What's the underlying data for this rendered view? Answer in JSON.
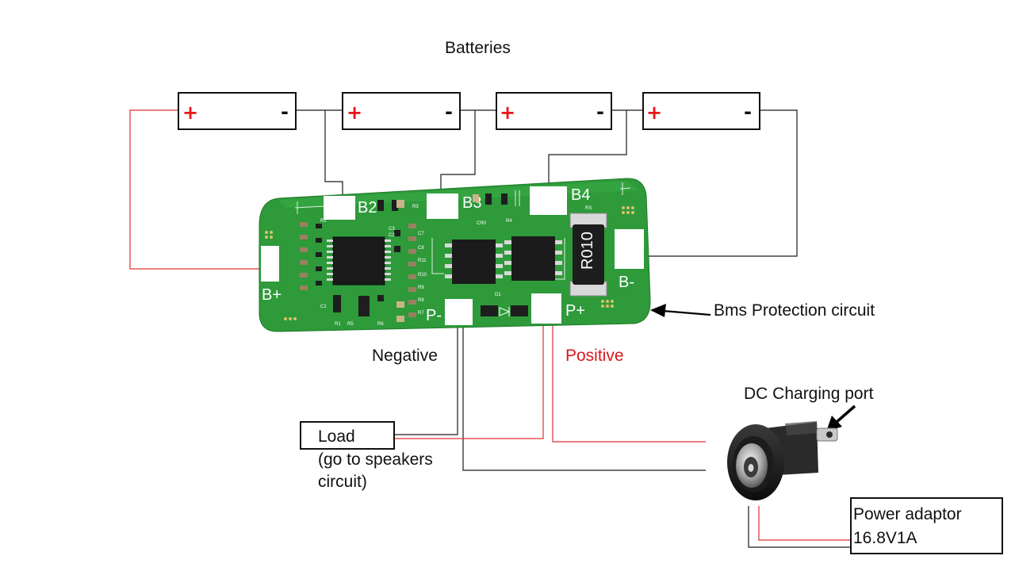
{
  "title": "Batteries",
  "batteries": [
    {
      "plus": "+",
      "minus": "-"
    },
    {
      "plus": "+",
      "minus": "-"
    },
    {
      "plus": "+",
      "minus": "-"
    },
    {
      "plus": "+",
      "minus": "-"
    }
  ],
  "board": {
    "b2": "B2",
    "b3": "B3",
    "b4": "B4",
    "b_plus": "B+",
    "b_minus": "B-",
    "p_minus": "P-",
    "p_plus": "P+",
    "resistor": "R010",
    "rs": "RS",
    "silk": [
      "R2",
      "R3",
      "R4",
      "C3",
      "C2",
      "C7",
      "C8",
      "R11",
      "R10",
      "R9",
      "R8",
      "C1",
      "R1",
      "R5",
      "R6",
      "R7",
      "D1",
      "CR0"
    ]
  },
  "labels": {
    "bms": "Bms Protection circuit",
    "negative": "Negative",
    "positive": "Positive",
    "dc_port": "DC Charging port",
    "load": "Load",
    "load_note_1": "(go to speakers",
    "load_note_2": "circuit)",
    "adaptor_1": "Power adaptor",
    "adaptor_2": "16.8V1A"
  },
  "colors": {
    "pcb": "#2e9a3a",
    "pad": "#ffffff",
    "wire_black": "#1a1a1a",
    "wire_red": "#e03030",
    "positive_text": "#d9191c",
    "plus_sign": "#e8141a"
  }
}
